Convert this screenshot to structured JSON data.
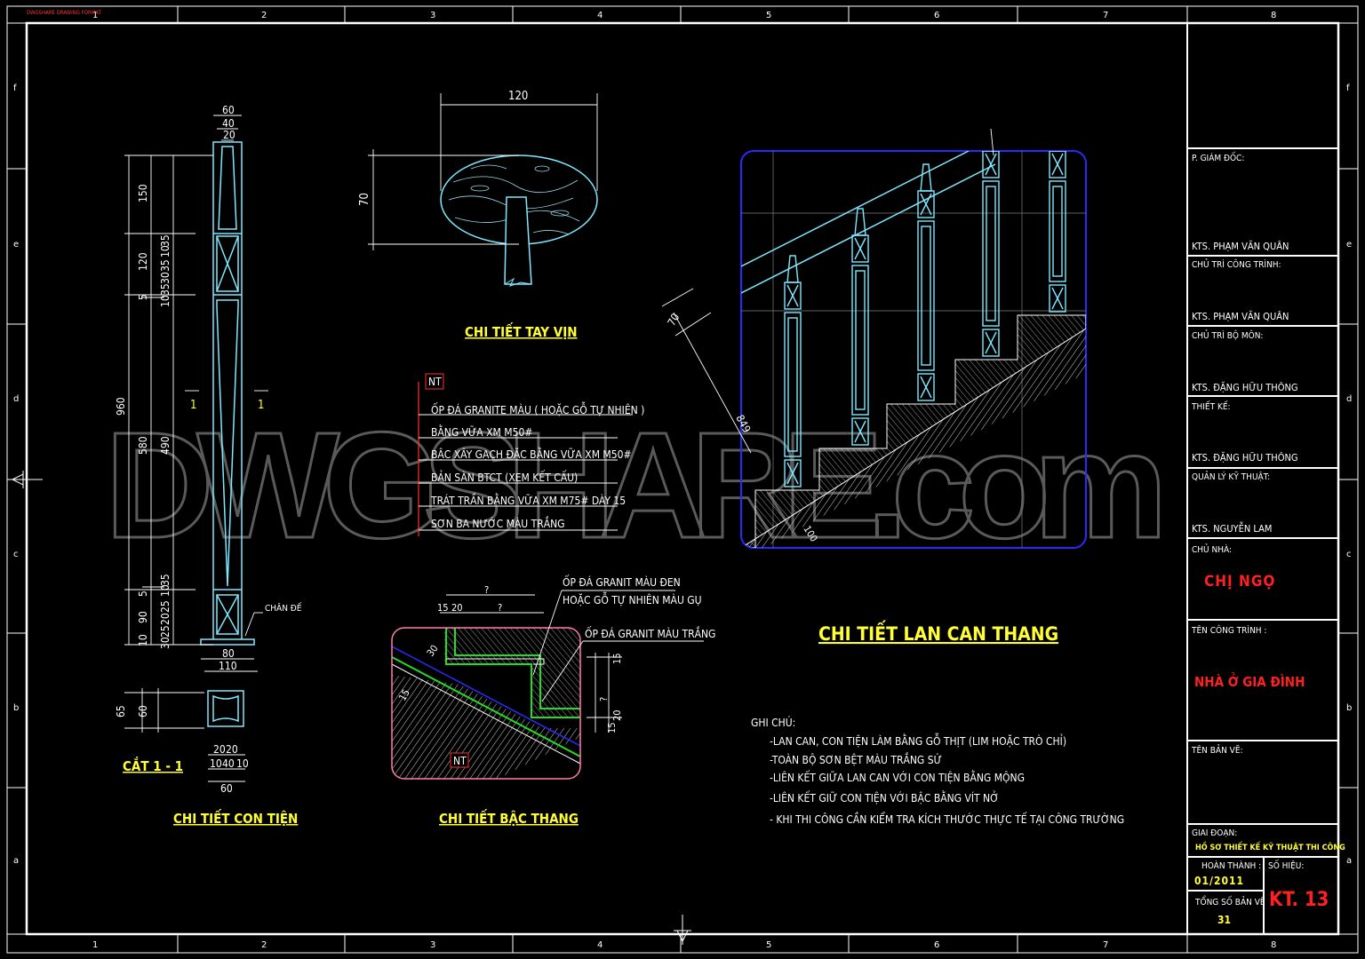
{
  "grid": {
    "cols": [
      "1",
      "2",
      "3",
      "4",
      "5",
      "6",
      "7",
      "8"
    ],
    "rows": [
      "f",
      "e",
      "d",
      "c",
      "b",
      "a"
    ]
  },
  "corner_text": "DWGSHARE DRAWING FORMAT",
  "watermark": "DWGSHARE.com",
  "baluster": {
    "title": "CHI TIẾT CON TIỆN",
    "section_title": "CẮT 1 - 1",
    "base_label": "CHÂN ĐẾ",
    "section_mark": "1",
    "dims_top": [
      "60",
      "40",
      "20"
    ],
    "dims_bottom": [
      "80",
      "110"
    ],
    "dims_left": [
      "150",
      "120",
      "5",
      "960",
      "580",
      "5",
      "90",
      "10"
    ],
    "dims_left2": [
      "35",
      "10",
      "35",
      "30",
      "35",
      "10",
      "490",
      "35",
      "10",
      "25",
      "20",
      "25",
      "30"
    ],
    "section_dims_left": [
      "65",
      "60"
    ],
    "section_dims_bottom": [
      "20",
      "20",
      "10",
      "40",
      "10",
      "60"
    ]
  },
  "handrail": {
    "title": "CHI TIẾT TAY VỊN",
    "dim_width": "120",
    "dim_height": "70"
  },
  "layers": {
    "tag": "NT",
    "items": [
      "ỐP ĐÁ GRANITE MÀU ( HOẶC GỖ TỰ NHIÊN )",
      "BẰNG VỮA XM M50#",
      "BẬC XÂY GẠCH ĐẶC BẰNG VỮA XM M50#",
      "BẢN SÀN BTCT (XEM KẾT CẤU)",
      "TRÁT TRẦN BẰNG VỮA XM M75# DÀY 15",
      "SƠN BA NƯỚC MÀU TRẮNG"
    ]
  },
  "step": {
    "title": "CHI TIẾT BẬC THANG",
    "tag": "NT",
    "label1": "ỐP ĐÁ GRANIT MÀU ĐEN",
    "label2": "HOẶC GỖ TỰ NHIÊN MÀU GỤ",
    "label3": "ỐP ĐÁ GRANIT MÀU TRẮNG",
    "dims": [
      "15",
      "20",
      "?",
      "?",
      "30",
      "?",
      "15",
      "20",
      "15",
      "20",
      "15"
    ]
  },
  "railing": {
    "title": "CHI TIẾT LAN CAN THANG",
    "dim_top": "70",
    "dim_diag": "849",
    "dim_bottom": "100"
  },
  "notes": {
    "heading": "GHI CHÚ:",
    "items": [
      "-LAN CAN, CON TIỆN LÀM BẰNG GỖ THỊT (LIM HOẶC TRÒ CHỈ)",
      "-TOÀN BỘ SƠN BỆT MÀU TRẮNG SỨ",
      "-LIÊN KẾT GIỮA LAN CAN VỚI CON TIỆN BẰNG MỘNG",
      "-LIÊN KẾT GIỮ CON TIỆN VỚI BẬC BẰNG VÍT NỞ",
      "- KHI THI CÔNG CẦN KIỂM TRA KÍCH THƯỚC THỰC TẾ TẠI CÔNG TRƯỜNG"
    ]
  },
  "title_block": {
    "director_label": "P. GIÁM ĐỐC:",
    "director_name": "KTS. PHẠM VĂN QUÂN",
    "lead_label": "CHỦ TRÌ CÔNG TRÌNH:",
    "lead_name": "KTS. PHẠM VĂN QUÂN",
    "dept_label": "CHỦ TRÌ BỘ MÔN:",
    "dept_name": "KTS. ĐẶNG HỮU THÔNG",
    "designer_label": "THIẾT KẾ:",
    "designer_name": "KTS. ĐẶNG HỮU THÔNG",
    "qa_label": "QUẢN LÝ KỸ THUẬT:",
    "qa_name": "KTS. NGUYỄN LAM",
    "owner_label": "CHỦ NHÀ:",
    "owner_name": "CHỊ NGỌ",
    "project_label": "TÊN CÔNG TRÌNH :",
    "project_name": "NHÀ Ở GIA ĐÌNH",
    "sheet_label": "TÊN BẢN VẼ:",
    "stage_label": "GIAI ĐOẠN:",
    "stage_name": "HỒ SƠ THIẾT KẾ KỸ THUẬT THI CÔNG",
    "finish_label": "HOÀN THÀNH :",
    "finish_date": "01/2011",
    "number_label": "SỐ HIỆU:",
    "number_value": "KT. 13",
    "total_label": "TỔNG SỐ BẢN VẼ",
    "total_value": "31"
  },
  "colors": {
    "frame": "#ffffff",
    "cyan": "#7fe8ff",
    "yellow": "#ffff33",
    "red": "#ff2020",
    "blue": "#2a2aff",
    "green": "#22dd22",
    "magenta": "#ff7faa"
  }
}
